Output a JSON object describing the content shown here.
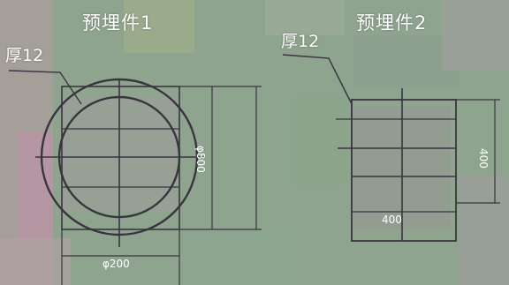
{
  "part1": {
    "title": "预埋件1",
    "thickness_label": "厚12",
    "dim_vertical": "φ800",
    "dim_bottom": "φ200"
  },
  "part2": {
    "title": "预埋件2",
    "thickness_label": "厚12",
    "dim_vertical": "400",
    "dim_bottom": "400"
  },
  "colors": {
    "line": "#3a3440",
    "background": "#8fa48e",
    "text": "#ffffff"
  }
}
